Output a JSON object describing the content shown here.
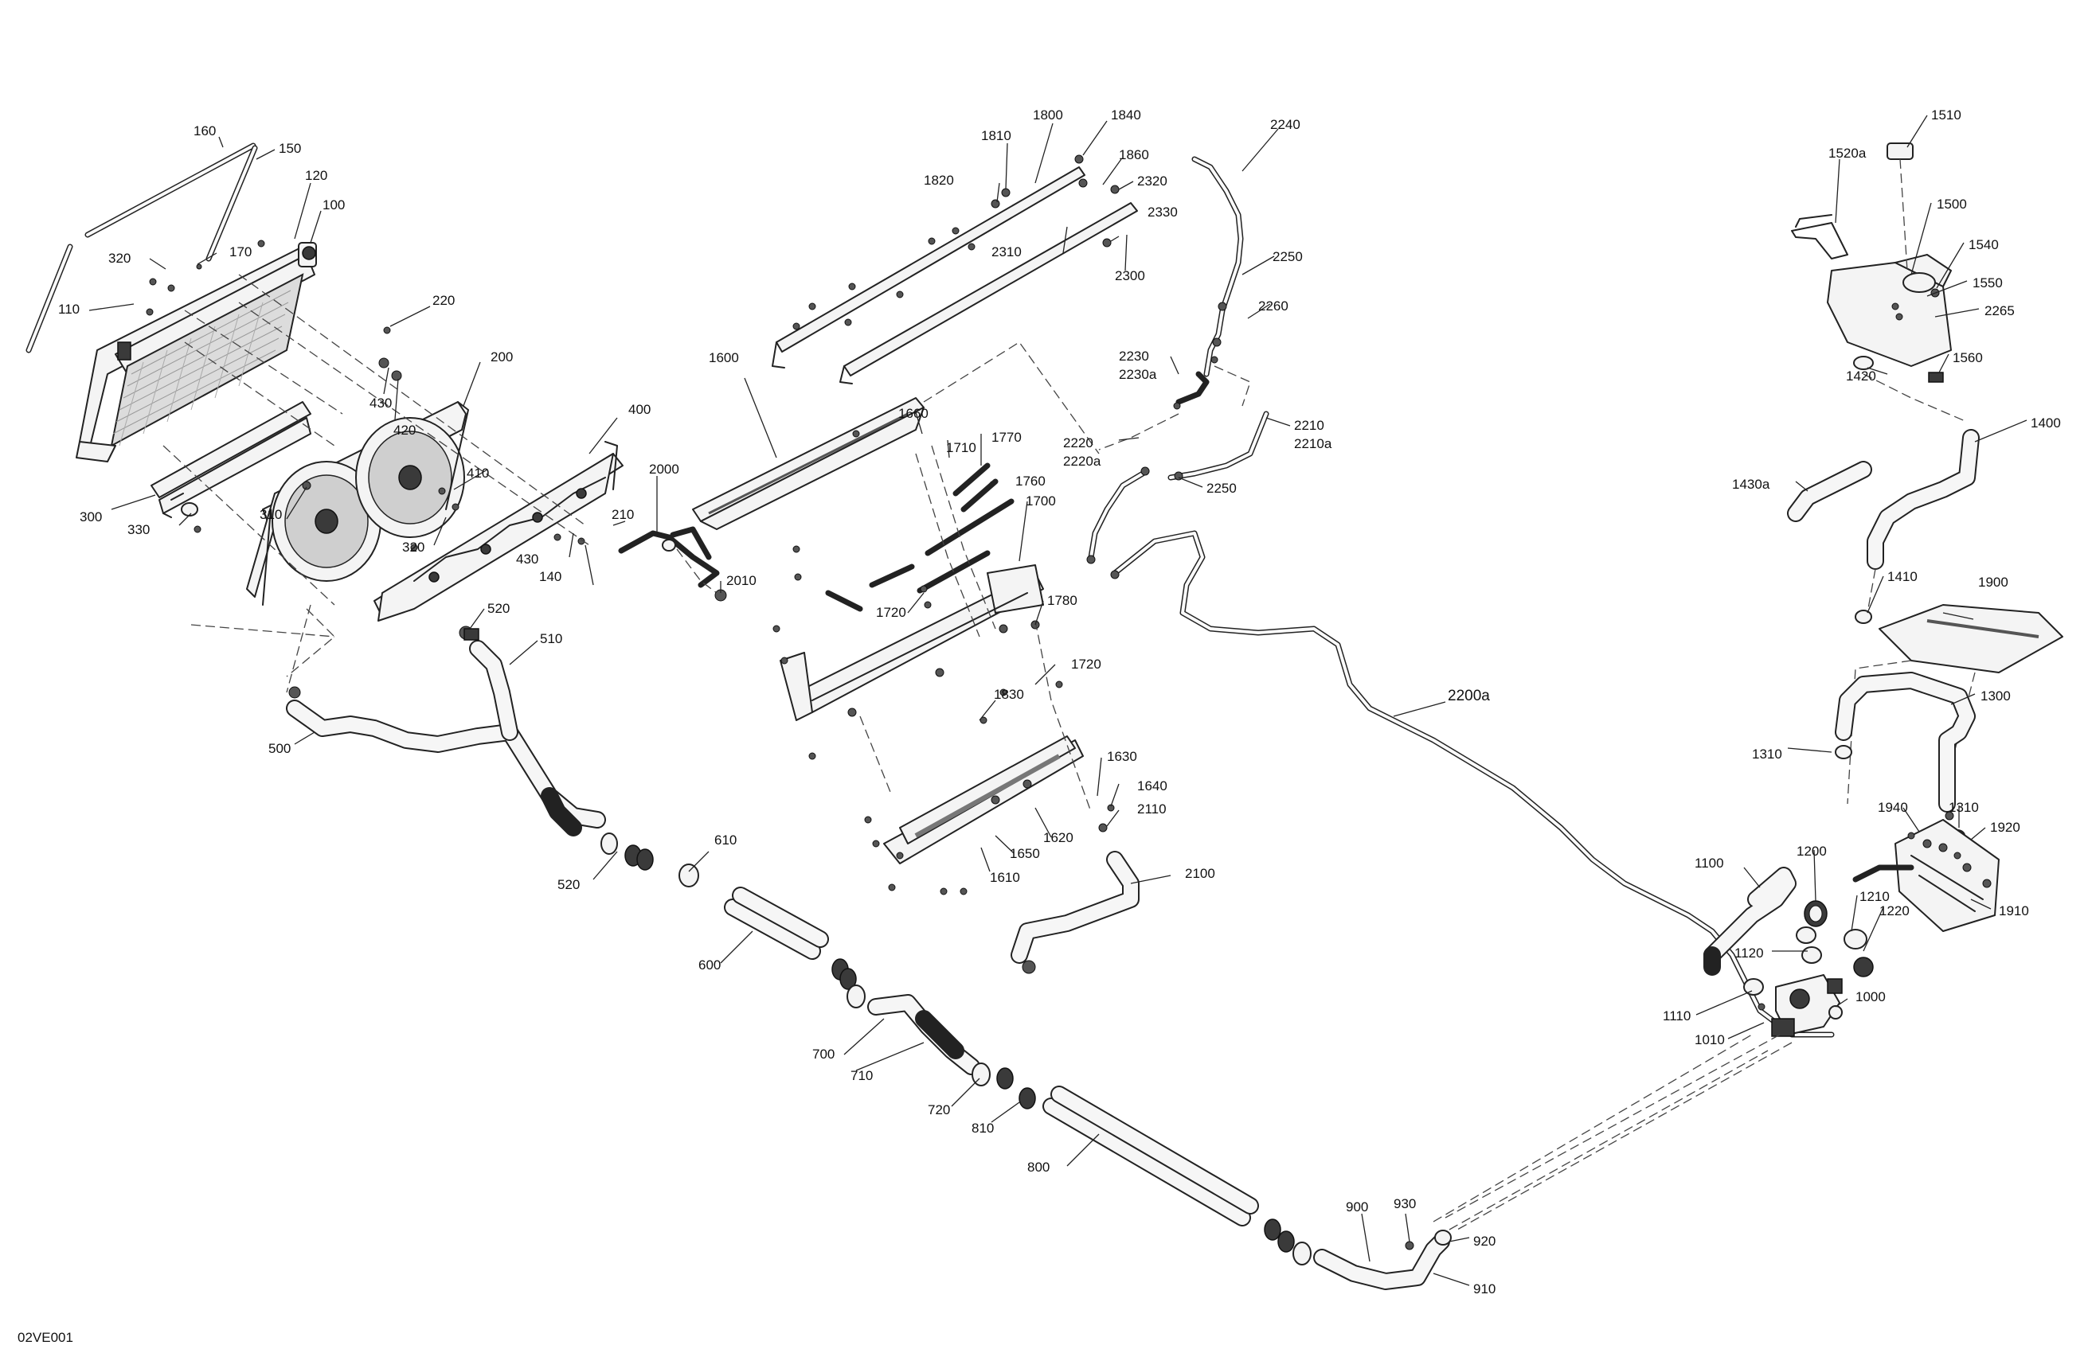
{
  "diagram": {
    "drawing_code": "02VE001",
    "callouts": [
      {
        "id": "c160",
        "text": "160"
      },
      {
        "id": "c150",
        "text": "150"
      },
      {
        "id": "c120",
        "text": "120"
      },
      {
        "id": "c100",
        "text": "100"
      },
      {
        "id": "c320a",
        "text": "320"
      },
      {
        "id": "c170",
        "text": "170"
      },
      {
        "id": "c110",
        "text": "110"
      },
      {
        "id": "c220",
        "text": "220"
      },
      {
        "id": "c200",
        "text": "200"
      },
      {
        "id": "c430a",
        "text": "430"
      },
      {
        "id": "c420",
        "text": "420"
      },
      {
        "id": "c400",
        "text": "400"
      },
      {
        "id": "c410",
        "text": "410"
      },
      {
        "id": "c300",
        "text": "300"
      },
      {
        "id": "c310",
        "text": "310"
      },
      {
        "id": "c330",
        "text": "330"
      },
      {
        "id": "c320b",
        "text": "320"
      },
      {
        "id": "c430b",
        "text": "430"
      },
      {
        "id": "c140",
        "text": "140"
      },
      {
        "id": "c210",
        "text": "210"
      },
      {
        "id": "c520a",
        "text": "520"
      },
      {
        "id": "c510",
        "text": "510"
      },
      {
        "id": "c500",
        "text": "500"
      },
      {
        "id": "c520b",
        "text": "520"
      },
      {
        "id": "c610",
        "text": "610"
      },
      {
        "id": "c600",
        "text": "600"
      },
      {
        "id": "c700",
        "text": "700"
      },
      {
        "id": "c710",
        "text": "710"
      },
      {
        "id": "c720",
        "text": "720"
      },
      {
        "id": "c810",
        "text": "810"
      },
      {
        "id": "c800",
        "text": "800"
      },
      {
        "id": "c900",
        "text": "900"
      },
      {
        "id": "c930",
        "text": "930"
      },
      {
        "id": "c920",
        "text": "920"
      },
      {
        "id": "c910",
        "text": "910"
      },
      {
        "id": "c1810",
        "text": "1810"
      },
      {
        "id": "c1800",
        "text": "1800"
      },
      {
        "id": "c1840",
        "text": "1840"
      },
      {
        "id": "c1860",
        "text": "1860"
      },
      {
        "id": "c2320",
        "text": "2320"
      },
      {
        "id": "c1820",
        "text": "1820"
      },
      {
        "id": "c2330",
        "text": "2330"
      },
      {
        "id": "c2310",
        "text": "2310"
      },
      {
        "id": "c2300",
        "text": "2300"
      },
      {
        "id": "c1600",
        "text": "1600"
      },
      {
        "id": "c1660",
        "text": "1660"
      },
      {
        "id": "c1710",
        "text": "1710"
      },
      {
        "id": "c1770",
        "text": "1770"
      },
      {
        "id": "c1760",
        "text": "1760"
      },
      {
        "id": "c1700",
        "text": "1700"
      },
      {
        "id": "c2000",
        "text": "2000"
      },
      {
        "id": "c2010",
        "text": "2010"
      },
      {
        "id": "c1720a",
        "text": "1720"
      },
      {
        "id": "c1780",
        "text": "1780"
      },
      {
        "id": "c1720b",
        "text": "1720"
      },
      {
        "id": "c1830",
        "text": "1830"
      },
      {
        "id": "c1630",
        "text": "1630"
      },
      {
        "id": "c1640",
        "text": "1640"
      },
      {
        "id": "c2110",
        "text": "2110"
      },
      {
        "id": "c1650",
        "text": "1650"
      },
      {
        "id": "c1620",
        "text": "1620"
      },
      {
        "id": "c1610",
        "text": "1610"
      },
      {
        "id": "c2100",
        "text": "2100"
      },
      {
        "id": "c2240",
        "text": "2240"
      },
      {
        "id": "c2250a",
        "text": "2250"
      },
      {
        "id": "c2260",
        "text": "2260"
      },
      {
        "id": "c2230",
        "text": "2230"
      },
      {
        "id": "c2230a",
        "text": "2230a"
      },
      {
        "id": "c2210",
        "text": "2210"
      },
      {
        "id": "c2210a",
        "text": "2210a"
      },
      {
        "id": "c2220",
        "text": "2220"
      },
      {
        "id": "c2220a",
        "text": "2220a"
      },
      {
        "id": "c2250b",
        "text": "2250"
      },
      {
        "id": "c2200a",
        "text": "2200a"
      },
      {
        "id": "c1510",
        "text": "1510"
      },
      {
        "id": "c1520a",
        "text": "1520a"
      },
      {
        "id": "c1500",
        "text": "1500"
      },
      {
        "id": "c1540",
        "text": "1540"
      },
      {
        "id": "c1550",
        "text": "1550"
      },
      {
        "id": "c2265",
        "text": "2265"
      },
      {
        "id": "c1420",
        "text": "1420"
      },
      {
        "id": "c1560",
        "text": "1560"
      },
      {
        "id": "c1400",
        "text": "1400"
      },
      {
        "id": "c1430a",
        "text": "1430a"
      },
      {
        "id": "c1410",
        "text": "1410"
      },
      {
        "id": "c1900",
        "text": "1900"
      },
      {
        "id": "c1300",
        "text": "1300"
      },
      {
        "id": "c1310a",
        "text": "1310"
      },
      {
        "id": "c1940",
        "text": "1940"
      },
      {
        "id": "c1310b",
        "text": "1310"
      },
      {
        "id": "c1920",
        "text": "1920"
      },
      {
        "id": "c1100",
        "text": "1100"
      },
      {
        "id": "c1200",
        "text": "1200"
      },
      {
        "id": "c1210",
        "text": "1210"
      },
      {
        "id": "c1220",
        "text": "1220"
      },
      {
        "id": "c1910",
        "text": "1910"
      },
      {
        "id": "c1120",
        "text": "1120"
      },
      {
        "id": "c1110",
        "text": "1110"
      },
      {
        "id": "c1000",
        "text": "1000"
      },
      {
        "id": "c1010",
        "text": "1010"
      }
    ]
  }
}
